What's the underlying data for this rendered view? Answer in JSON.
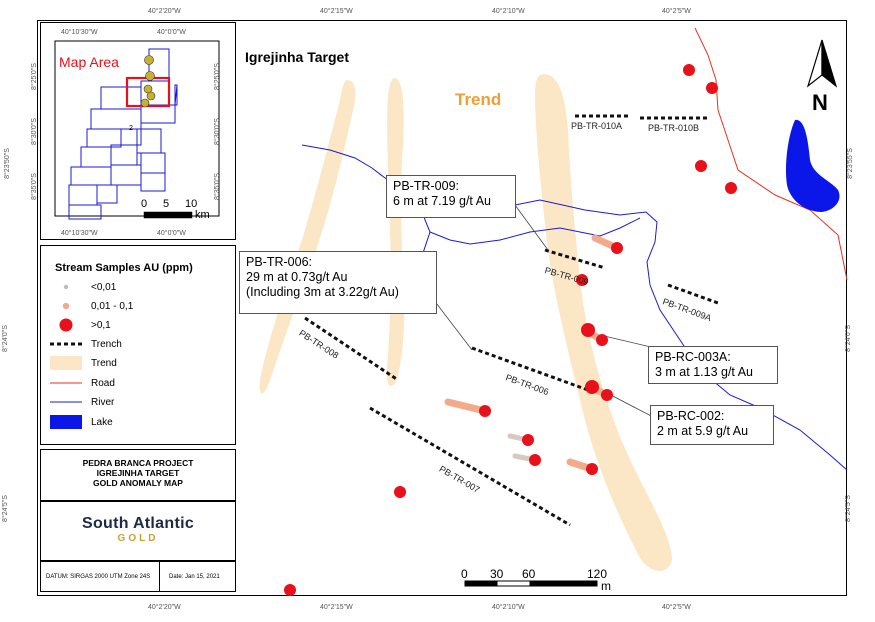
{
  "map": {
    "title": "Igrejinha Target",
    "trend_label": "Trend",
    "north_label": "N",
    "scalebar": {
      "ticks": [
        "0",
        "30",
        "60",
        "120"
      ],
      "unit": "m"
    },
    "coords": {
      "top": [
        "40°2'20\"W",
        "40°2'15\"W",
        "40°2'10\"W",
        "40°2'5\"W"
      ],
      "bottom": [
        "40°2'20\"W",
        "40°2'15\"W",
        "40°2'10\"W",
        "40°2'5\"W"
      ],
      "left": [
        "8°23'50\"S",
        "8°24'0\"S",
        "8°24'5\"S"
      ],
      "right": [
        "8°23'55\"S",
        "8°24'0\"S",
        "8°24'5\"S"
      ]
    },
    "trench_labels": {
      "tr010a": "PB-TR-010A",
      "tr010b": "PB-TR-010B",
      "tr009": "PB-TR-009",
      "tr009a": "PB-TR-009A",
      "tr008": "PB-TR-008",
      "tr006": "PB-TR-006",
      "tr007": "PB-TR-007"
    },
    "callouts": {
      "tr009": {
        "l1": "PB-TR-009:",
        "l2": "6 m at 7.19 g/t Au"
      },
      "tr006": {
        "l1": "PB-TR-006:",
        "l2": "29 m at 0.73g/t Au",
        "l3": "(Including 3m at 3.22g/t Au)"
      },
      "rc003a": {
        "l1": "PB-RC-003A:",
        "l2": "3 m at 1.13 g/t Au"
      },
      "rc002": {
        "l1": "PB-RC-002:",
        "l2": "2 m at 5.9 g/t Au"
      }
    }
  },
  "inset": {
    "label": "Map Area",
    "coords_top": [
      "40°10'30\"W",
      "40°0'0\"W"
    ],
    "coords_bottom": [
      "40°10'30\"W",
      "40°0'0\"W"
    ],
    "coords_left": [
      "8°25'0\"S",
      "8°30'0\"S",
      "8°35'0\"S"
    ],
    "coords_right": [
      "8°25'0\"S",
      "8°30'0\"S",
      "8°35'0\"S"
    ],
    "scale": {
      "ticks": [
        "0",
        "5",
        "10"
      ],
      "unit": "km"
    },
    "block_number": "2"
  },
  "legend": {
    "title": "Stream Samples AU (ppm)",
    "items": [
      "<0,01",
      "0,01 - 0,1",
      ">0,1",
      "Trench",
      "Trend",
      "Road",
      "River",
      "Lake"
    ]
  },
  "project": {
    "line1": "PEDRA BRANCA PROJECT",
    "line2": "IGREJINHA TARGET",
    "line3": "GOLD ANOMALY MAP"
  },
  "logo": {
    "line1": "South Atlantic",
    "line2": "GOLD"
  },
  "footer": {
    "datum": "DATUM: SIRGAS 2000 UTM Zone 24S",
    "date": "Date: Jan 15, 2021"
  },
  "colors": {
    "trend": "#fbe6c6",
    "road": "#e8321e",
    "river": "#1a1ad6",
    "lake": "#0b16e8",
    "sample_high": "#e8101a",
    "sample_mid": "#f4a98a",
    "trench": "#111111"
  }
}
